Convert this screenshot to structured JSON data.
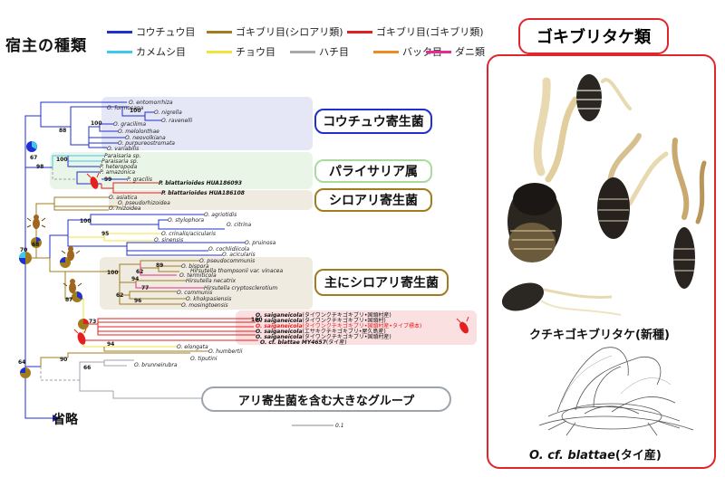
{
  "legend": {
    "title": "宿主の種類",
    "items": [
      {
        "label": "コウチュウ目",
        "color": "#1f2fd0"
      },
      {
        "label": "ゴキブリ目(シロアリ類)",
        "color": "#a07c1e"
      },
      {
        "label": "ゴキブリ目(ゴキブリ類)",
        "color": "#e41f1f"
      },
      {
        "label": "カメムシ目",
        "color": "#3cc8ef"
      },
      {
        "label": "チョウ目",
        "color": "#f2e33c"
      },
      {
        "label": "ハチ目",
        "color": "#a9a9a9"
      },
      {
        "label": "バッタ目",
        "color": "#f08a24"
      },
      {
        "label": "ダニ類",
        "color": "#e52b8f"
      }
    ]
  },
  "groups": {
    "coleoptera": "コウチュウ寄生菌",
    "paraisaria": "パライサリア属",
    "termite": "シロアリ寄生菌",
    "mainly_termite": "主にシロアリ寄生菌",
    "ant": "アリ寄生菌を含む大きなグループ",
    "omitted": "省略"
  },
  "right_panel": {
    "title": "ゴキブリタケ類",
    "caption1": "クチキゴキブリタケ(新種)",
    "caption2_italic": "O. cf. blattae",
    "caption2_rest": "(タイ産)"
  },
  "tree": {
    "taxa": [
      {
        "name": "O. entomorrhiza",
        "bold": false
      },
      {
        "name": "O. formosana",
        "bold": false
      },
      {
        "name": "O. nigrella",
        "bold": false
      },
      {
        "name": "O. ravenelli",
        "bold": false
      },
      {
        "name": "O. gracilima",
        "bold": false
      },
      {
        "name": "O. melolonthae",
        "bold": false
      },
      {
        "name": "O. neovolkiana",
        "bold": false
      },
      {
        "name": "O. purpureostromata",
        "bold": false
      },
      {
        "name": "O. variabilis",
        "bold": false
      },
      {
        "name": "Paraisaria sp.",
        "bold": false
      },
      {
        "name": "Paraisaria sp.",
        "bold": false
      },
      {
        "name": "P. heteropoda",
        "bold": false
      },
      {
        "name": "P. amazonica",
        "bold": false
      },
      {
        "name": "P. gracilis",
        "bold": false
      },
      {
        "name": "P. blattarioides HUA186093",
        "bold": true
      },
      {
        "name": "P. blattarioides HUA186108",
        "bold": true
      },
      {
        "name": "O. asiatica",
        "bold": false
      },
      {
        "name": "O. pseudorhizoidea",
        "bold": false
      },
      {
        "name": "O. mizoidea",
        "bold": false
      },
      {
        "name": "O. agriotidis",
        "bold": false
      },
      {
        "name": "O. stylophora",
        "bold": false
      },
      {
        "name": "O. citrina",
        "bold": false
      },
      {
        "name": "O. crinalis/acicularis",
        "bold": false
      },
      {
        "name": "O. sinensis",
        "bold": false
      },
      {
        "name": "O. pruinosa",
        "bold": false
      },
      {
        "name": "O. cochlidiicola",
        "bold": false
      },
      {
        "name": "O. acicularis",
        "bold": false
      },
      {
        "name": "O. pseudocommunis",
        "bold": false
      },
      {
        "name": "O. bispora",
        "bold": false
      },
      {
        "name": "Hirsutella thompsonii var. vinacea",
        "bold": false
      },
      {
        "name": "O. termiticola",
        "bold": false
      },
      {
        "name": "Hirsutella necatrix",
        "bold": false
      },
      {
        "name": "Hirsutella cryptosclerotium",
        "bold": false
      },
      {
        "name": "O. communis",
        "bold": false
      },
      {
        "name": "O. khokpasiensis",
        "bold": false
      },
      {
        "name": "O. mosingtoensis",
        "bold": false
      },
      {
        "name": "O. saiganeicola",
        "note": "(タイワンクチキゴキブリ•国頭村産)",
        "bold": true
      },
      {
        "name": "O. saiganeicola",
        "note": "(タイワンクチキゴキブリ•国頭村)",
        "bold": true
      },
      {
        "name": "O. saiganeicola",
        "note": "(タイワンクチキゴキブリ•国頭村産•タイプ標本)",
        "bold": true,
        "red": true
      },
      {
        "name": "O. saiganeicola",
        "note": "(エサキクチキゴキブリ•屋久島産)",
        "bold": true
      },
      {
        "name": "O. saiganeicola",
        "note": "(タイワンクチキゴキブリ•国頭村産)",
        "bold": true
      },
      {
        "name": "O. cf. blattae MY4657",
        "note": "(タイ産)",
        "bold": true
      },
      {
        "name": "O. elongata",
        "bold": false
      },
      {
        "name": "O. humbertii",
        "bold": false
      },
      {
        "name": "O. tiputini",
        "bold": false
      },
      {
        "name": "O. brunneirubra",
        "bold": false
      }
    ],
    "bootstrap": [
      "100",
      "100",
      "88",
      "67",
      "100",
      "98",
      "99",
      "70",
      "68",
      "100",
      "95",
      "89",
      "62",
      "94",
      "77",
      "62",
      "96",
      "100",
      "87",
      "73",
      "100",
      "94",
      "90",
      "66",
      "64"
    ],
    "scale": "0.1"
  }
}
